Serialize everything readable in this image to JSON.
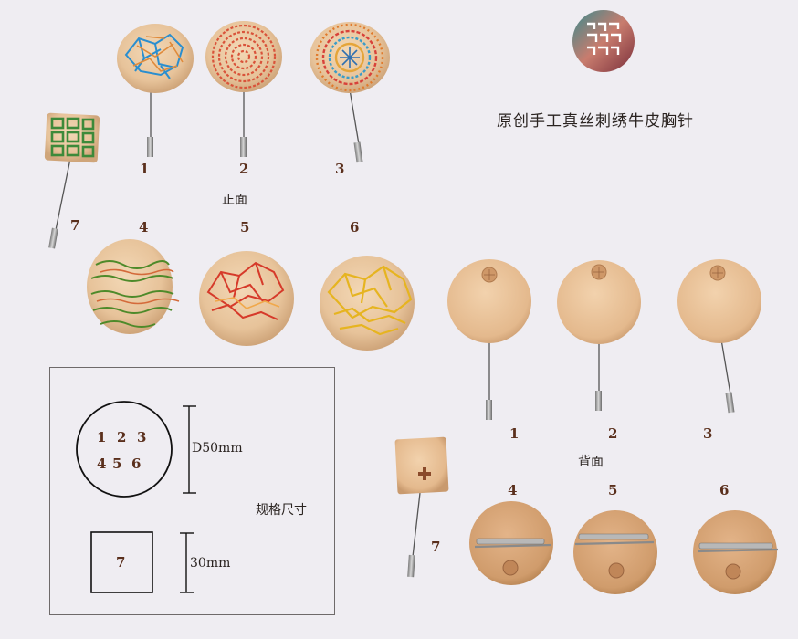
{
  "title": "原创手工真丝刺绣牛皮胸针",
  "front_label": "正面",
  "back_label": "背面",
  "spec_label": "规格尺寸",
  "front_numbers": [
    "1",
    "2",
    "3",
    "4",
    "5",
    "6",
    "7"
  ],
  "back_numbers": [
    "1",
    "2",
    "3",
    "4",
    "5",
    "6",
    "7"
  ],
  "spec": {
    "circle_numbers": [
      "1",
      "2",
      "3",
      "4",
      "5",
      "6"
    ],
    "circle_dim": "D50mm",
    "square_number": "7",
    "square_dim": "30mm"
  },
  "colors": {
    "background": "#efedf2",
    "leather": "#e7c39a",
    "number_color": "#5a2f1c"
  }
}
